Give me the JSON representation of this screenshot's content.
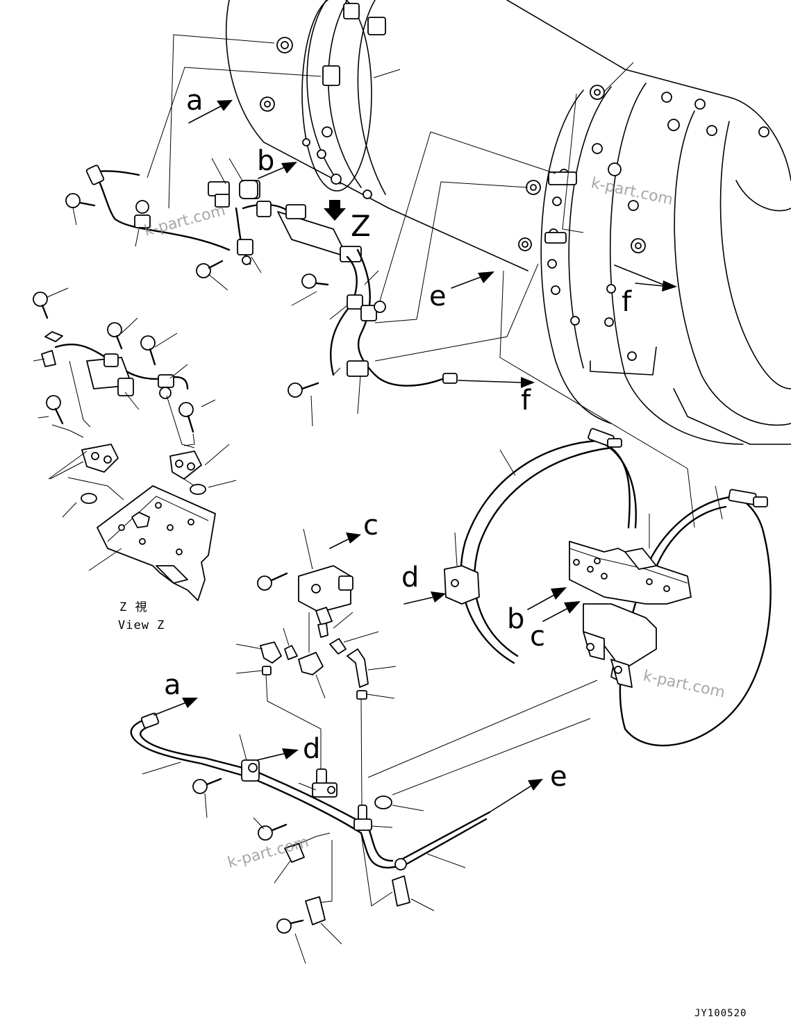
{
  "labels": {
    "a": "a",
    "b": "b",
    "c": "c",
    "d": "d",
    "e": "e",
    "f": "f",
    "z": "Z"
  },
  "view_caption": {
    "japanese": "Z  視",
    "english": "View Z"
  },
  "watermark": "k-part.com",
  "drawing_code": "JY100520"
}
